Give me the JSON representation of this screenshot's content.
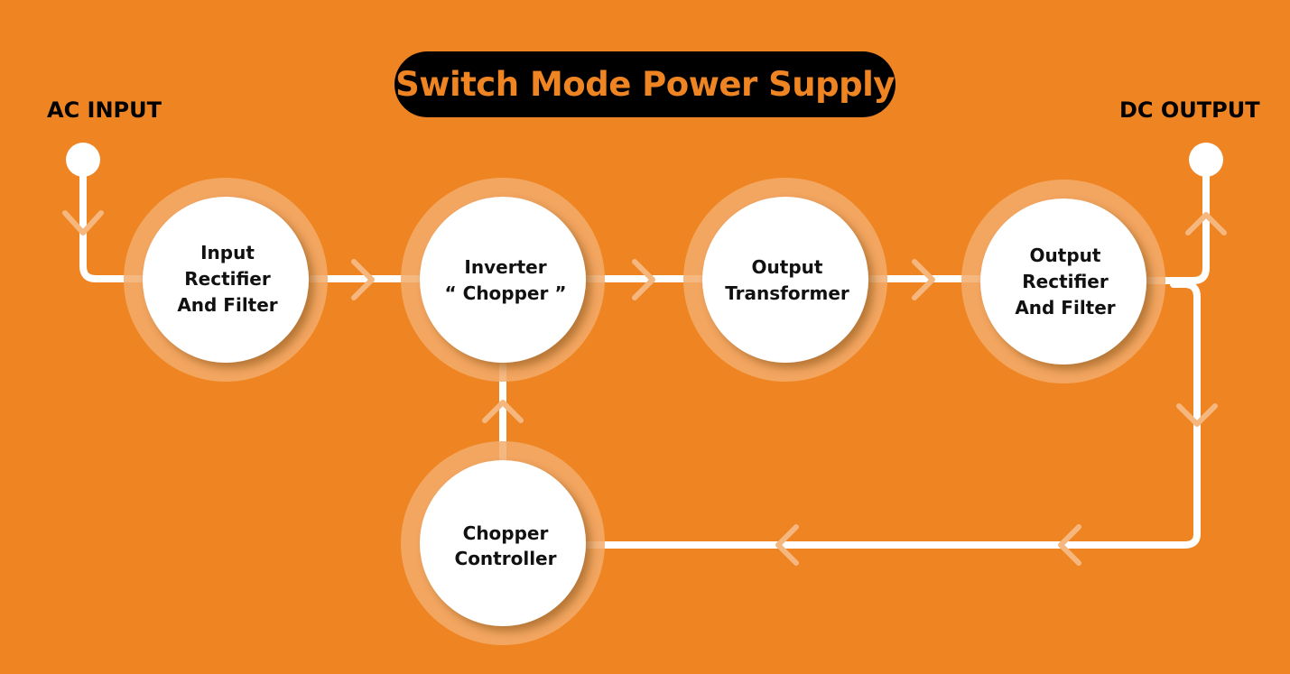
{
  "title": "Switch Mode Power Supply",
  "ac_input_label": "AC INPUT",
  "dc_output_label": "DC OUTPUT",
  "nodes": [
    {
      "id": "input-rectifier",
      "lines": [
        "Input",
        "Rectifier",
        "And Filter"
      ]
    },
    {
      "id": "inverter",
      "lines": [
        "Inverter",
        "“ Chopper ”"
      ]
    },
    {
      "id": "output-transformer",
      "lines": [
        "Output",
        "Transformer"
      ]
    },
    {
      "id": "output-rectifier",
      "lines": [
        "Output",
        "Rectifier",
        "And Filter"
      ]
    },
    {
      "id": "chopper-controller",
      "lines": [
        "Chopper",
        "Controller"
      ]
    }
  ],
  "colors": {
    "background": "#EE8422",
    "halo": "#F3AB6B",
    "chevron": "#F6B77F",
    "line": "#FFFFFF",
    "title_bg": "#000000"
  }
}
